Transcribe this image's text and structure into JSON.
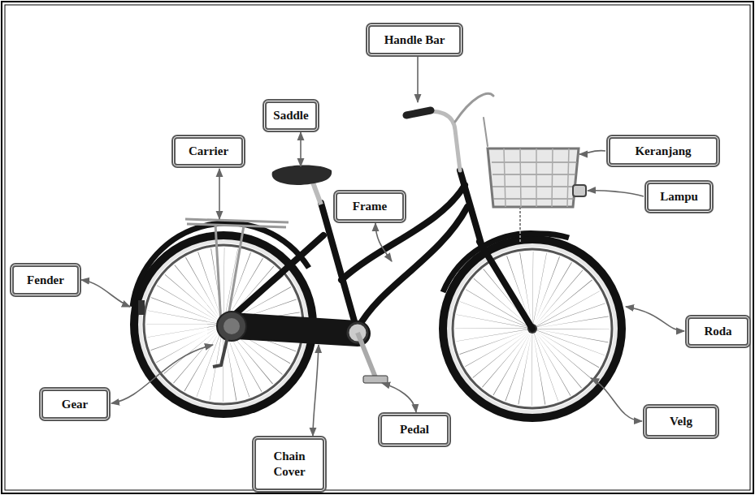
{
  "diagram": {
    "nodes": [
      {
        "text": [
          "Handle Bar"
        ]
      },
      {
        "text": [
          "Saddle"
        ]
      },
      {
        "text": [
          "Carrier"
        ]
      },
      {
        "text": [
          "Keranjang"
        ]
      },
      {
        "text": [
          "Lampu"
        ]
      },
      {
        "text": [
          "Frame"
        ]
      },
      {
        "text": [
          "Fender"
        ]
      },
      {
        "text": [
          "Roda"
        ]
      },
      {
        "text": [
          "Gear"
        ]
      },
      {
        "text": [
          "Velg"
        ]
      },
      {
        "text": [
          "Pedal"
        ]
      },
      {
        "text": [
          "Chain Cover"
        ]
      }
    ]
  }
}
